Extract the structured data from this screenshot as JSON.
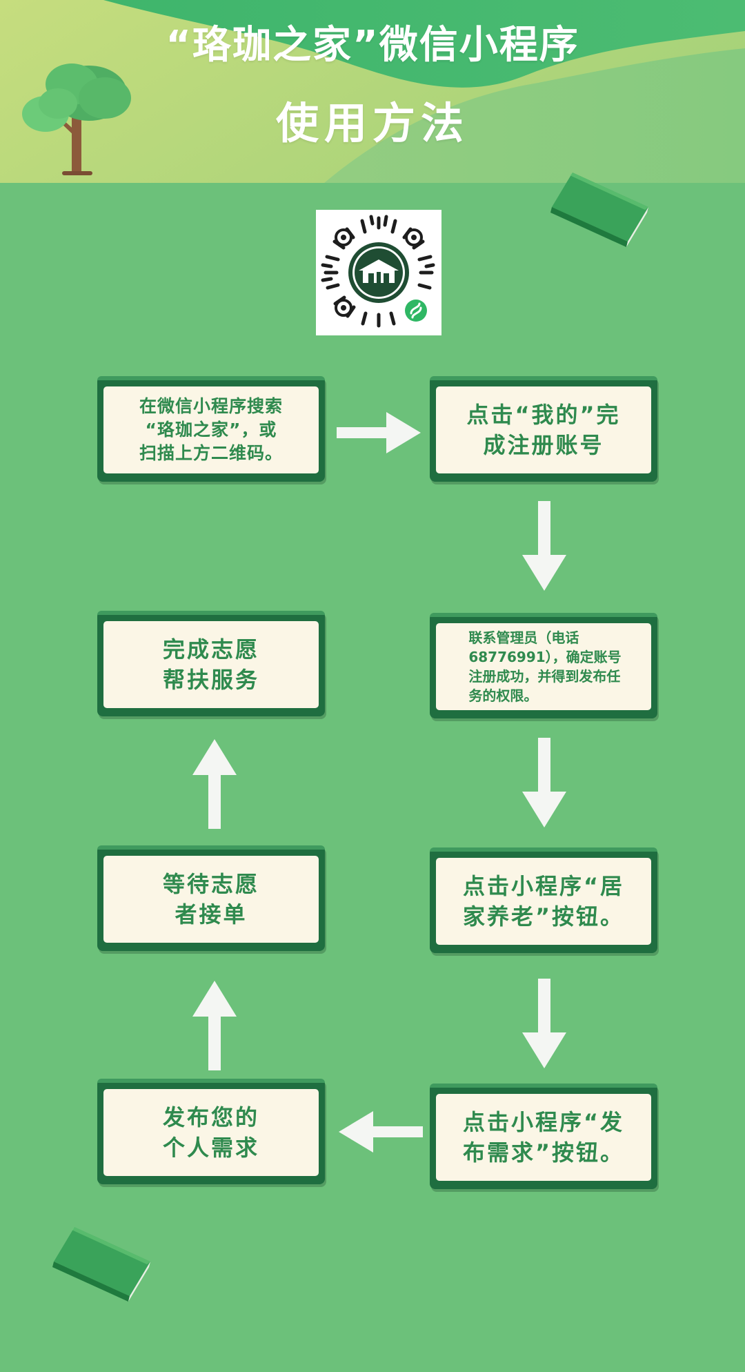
{
  "header": {
    "title_line1": "“珞珈之家”微信小程序",
    "title_line2": "使用方法"
  },
  "flow": {
    "steps": [
      {
        "text": "在微信小程序搜索\n“珞珈之家”，或\n扫描上方二维码。"
      },
      {
        "text": "点击“我的”完\n成注册账号"
      },
      {
        "text": "联系管理员（电话\n68776991），确定账号\n注册成功，并得到发布任\n务的权限。"
      },
      {
        "text": "点击小程序“居\n家养老”按钮。"
      },
      {
        "text": "点击小程序“发\n布需求”按钮。"
      },
      {
        "text": "发布您的\n个人需求"
      },
      {
        "text": "等待志愿\n者接单"
      },
      {
        "text": "完成志愿\n帮扶服务"
      }
    ]
  },
  "colors": {
    "background": "#6cc17a",
    "box_border": "#1f6e40",
    "box_fill": "#fbf6e6",
    "box_text": "#2f8a4e",
    "arrow": "#f4f6f3"
  },
  "icons": [
    "tree-icon",
    "book-icon",
    "qr-code",
    "mini-program-icon",
    "arrow-icon"
  ]
}
